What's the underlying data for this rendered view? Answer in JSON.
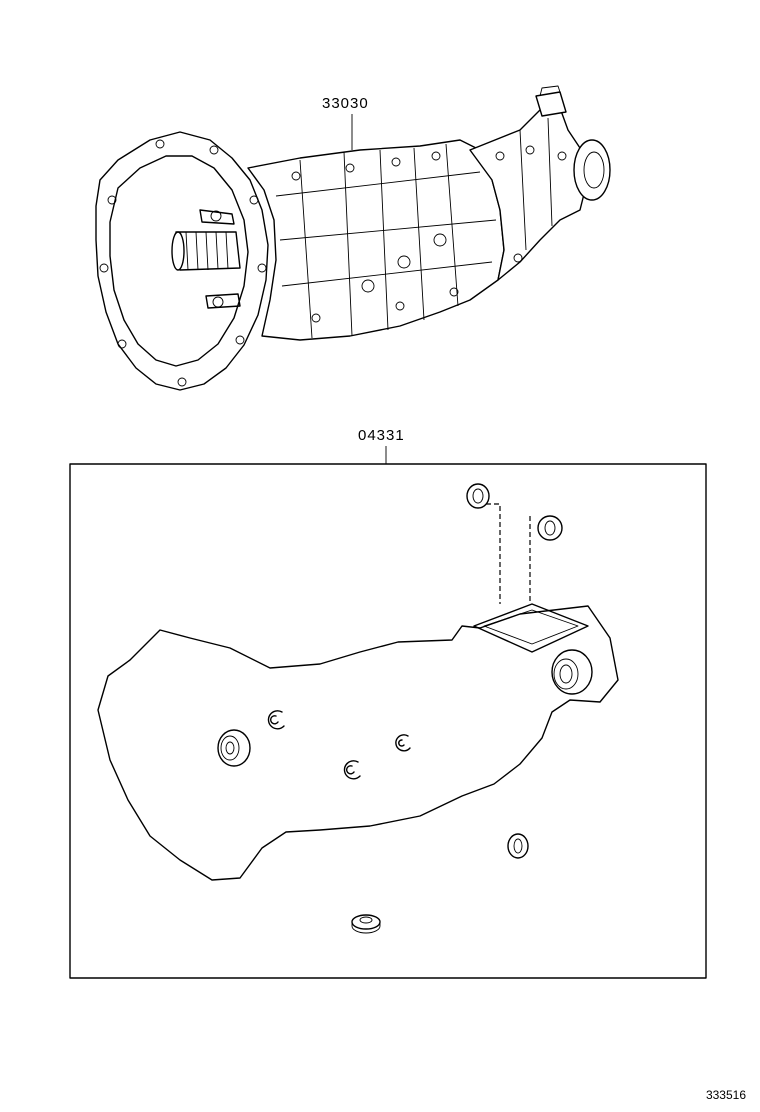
{
  "parts": {
    "transmission_assembly": {
      "part_number": "33030"
    },
    "gasket_kit": {
      "part_number": "04331"
    }
  },
  "figure_id": "333516"
}
